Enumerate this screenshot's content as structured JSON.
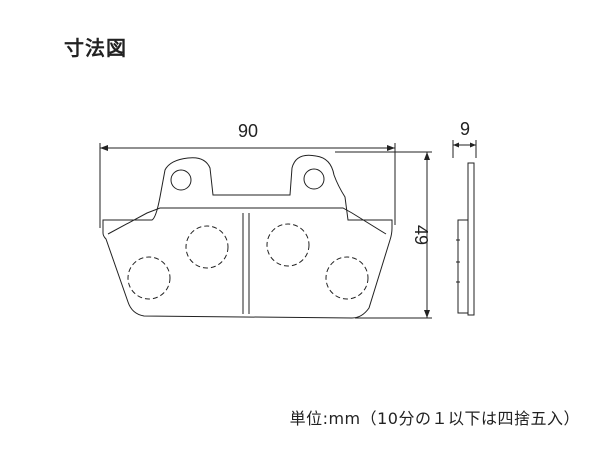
{
  "title": "寸法図",
  "dimensions": {
    "width": "90",
    "height": "49",
    "thickness": "9"
  },
  "unit_note": "単位:mm（10分の１以下は四捨五入）",
  "colors": {
    "background": "#ffffff",
    "line": "#222222"
  }
}
